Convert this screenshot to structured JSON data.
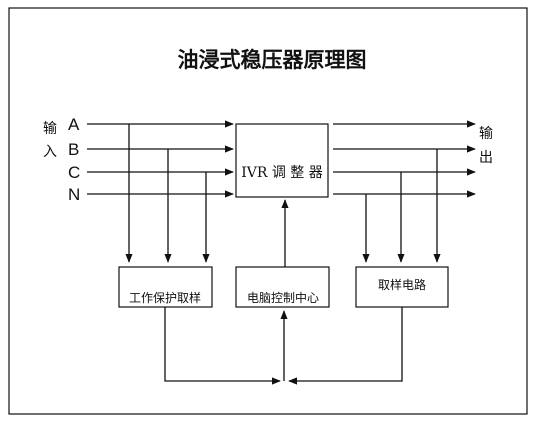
{
  "title": "油浸式稳压器原理图",
  "input_label": [
    "输",
    "入"
  ],
  "output_label": [
    "输",
    "出"
  ],
  "phases": [
    "A",
    "B",
    "C",
    "N"
  ],
  "boxes": {
    "regulator": "IVR 调 整 器",
    "protection": "工作保护取样",
    "control": "电脑控制中心",
    "sampling": "取样电路"
  }
}
